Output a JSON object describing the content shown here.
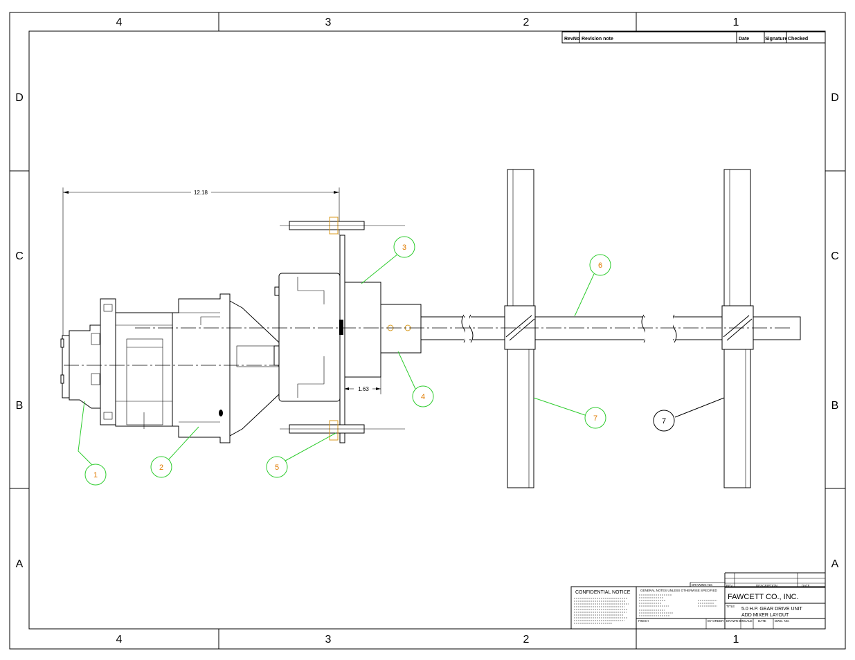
{
  "zones": {
    "columns": [
      "4",
      "3",
      "2",
      "1"
    ],
    "rows": [
      "D",
      "C",
      "B",
      "A"
    ]
  },
  "revision_table": {
    "headers": [
      "RevNo",
      "Revision note",
      "Date",
      "Signature",
      "Checked"
    ]
  },
  "dimensions": {
    "overall_length": "12.18",
    "flange_offset": "1.63"
  },
  "balloons": [
    {
      "label": "1",
      "color": "#2ecc2e",
      "text_color": "#e07b00"
    },
    {
      "label": "2",
      "color": "#2ecc2e",
      "text_color": "#e07b00"
    },
    {
      "label": "3",
      "color": "#2ecc2e",
      "text_color": "#e07b00"
    },
    {
      "label": "4",
      "color": "#2ecc2e",
      "text_color": "#e07b00"
    },
    {
      "label": "5",
      "color": "#2ecc2e",
      "text_color": "#e07b00"
    },
    {
      "label": "6",
      "color": "#2ecc2e",
      "text_color": "#e07b00"
    },
    {
      "label": "7",
      "color": "#2ecc2e",
      "text_color": "#e07b00"
    },
    {
      "label": "7",
      "color": "#000000",
      "text_color": "#000000"
    }
  ],
  "title_block": {
    "notice_title": "CONFIDENTIAL NOTICE",
    "drawing_no_label": "DRAWING NO.",
    "notes_header": "GENERAL NOTES UNLESS OTHERWISE SPECIFIED",
    "rev_label": "REV",
    "description_label": "DESCRIPTION",
    "date_label": "DATE",
    "company": "FAWCETT CO., INC.",
    "title_label": "TITLE",
    "title_line1": "5.0 H.P. GEAR DRIVE UNIT",
    "title_line2": "ADD MIXER LAYOUT",
    "finish_label": "FINISH",
    "by_label": "BY ORDER",
    "drawn_by_label": "DRAWN BY",
    "scale_label": "SCALE",
    "date2_label": "DATE",
    "dwg_no_label": "DWG. NO."
  }
}
